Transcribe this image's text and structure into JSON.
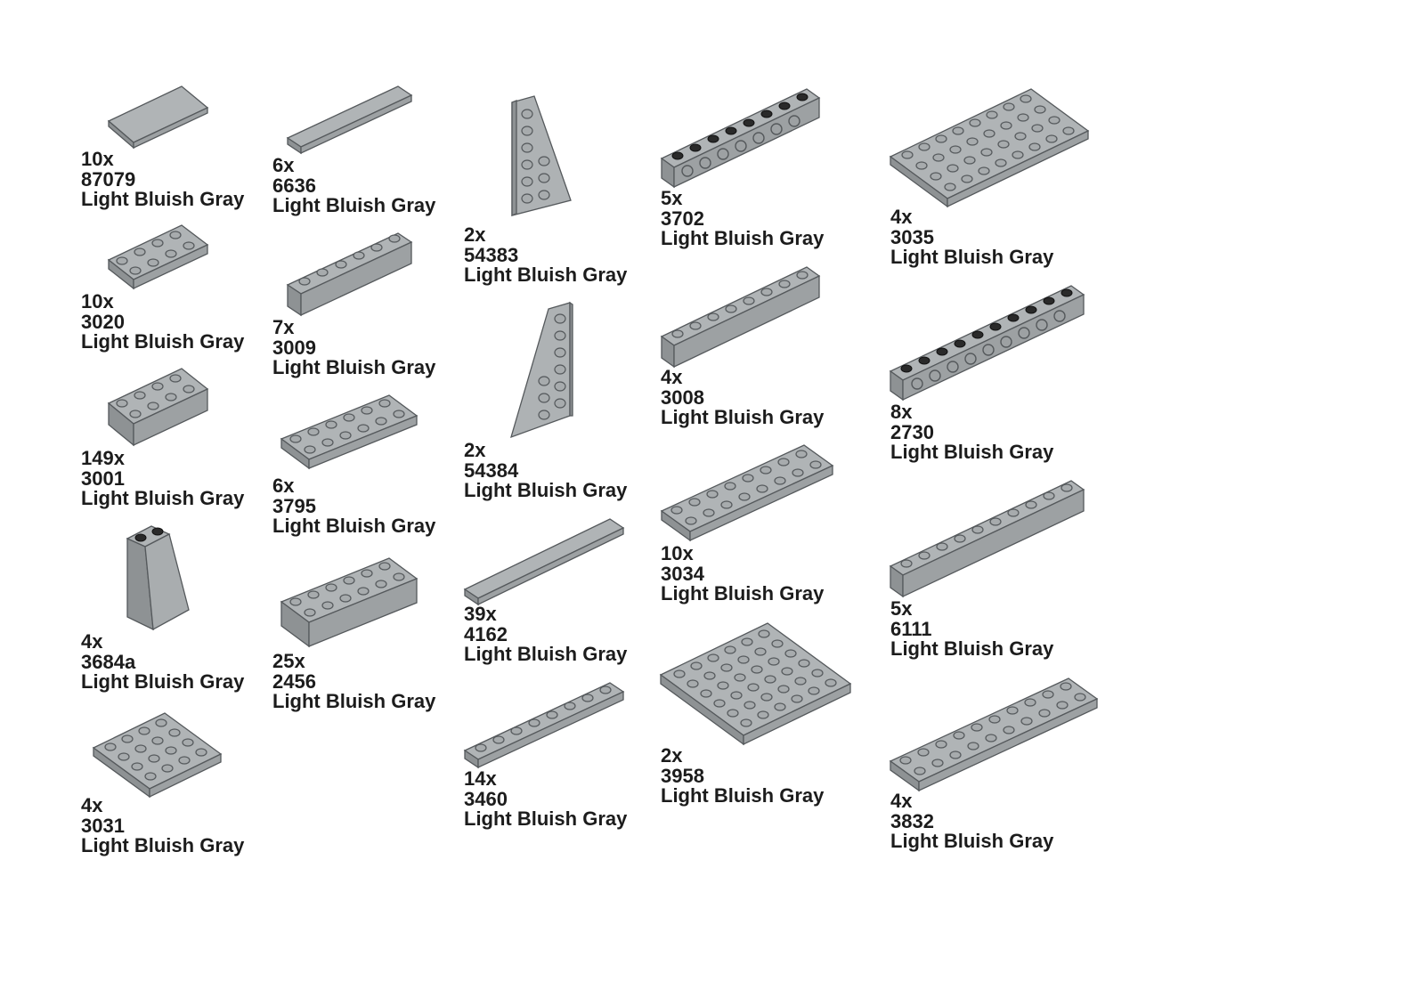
{
  "page": {
    "background": "#ffffff",
    "brick_fill": "#a7abad",
    "brick_edge": "#55595c"
  },
  "parts": [
    {
      "qty": "10x",
      "number": "87079",
      "color": "Light Bluish Gray",
      "icon": "tile-2x4-icon"
    },
    {
      "qty": "10x",
      "number": "3020",
      "color": "Light Bluish Gray",
      "icon": "plate-2x4-icon"
    },
    {
      "qty": "149x",
      "number": "3001",
      "color": "Light Bluish Gray",
      "icon": "brick-2x4-icon"
    },
    {
      "qty": "4x",
      "number": "3684a",
      "color": "Light Bluish Gray",
      "icon": "slope-2x2x3-icon"
    },
    {
      "qty": "4x",
      "number": "3031",
      "color": "Light Bluish Gray",
      "icon": "plate-4x4-icon"
    },
    {
      "qty": "6x",
      "number": "6636",
      "color": "Light Bluish Gray",
      "icon": "tile-1x6-icon"
    },
    {
      "qty": "7x",
      "number": "3009",
      "color": "Light Bluish Gray",
      "icon": "brick-1x6-icon"
    },
    {
      "qty": "6x",
      "number": "3795",
      "color": "Light Bluish Gray",
      "icon": "plate-2x6-icon"
    },
    {
      "qty": "25x",
      "number": "2456",
      "color": "Light Bluish Gray",
      "icon": "brick-2x6-icon"
    },
    {
      "qty": "2x",
      "number": "54383",
      "color": "Light Bluish Gray",
      "icon": "wedge-plate-right-icon"
    },
    {
      "qty": "2x",
      "number": "54384",
      "color": "Light Bluish Gray",
      "icon": "wedge-plate-left-icon"
    },
    {
      "qty": "39x",
      "number": "4162",
      "color": "Light Bluish Gray",
      "icon": "tile-1x8-icon"
    },
    {
      "qty": "14x",
      "number": "3460",
      "color": "Light Bluish Gray",
      "icon": "plate-1x8-icon"
    },
    {
      "qty": "5x",
      "number": "3702",
      "color": "Light Bluish Gray",
      "icon": "technic-brick-1x8-icon"
    },
    {
      "qty": "4x",
      "number": "3008",
      "color": "Light Bluish Gray",
      "icon": "brick-1x8-icon"
    },
    {
      "qty": "10x",
      "number": "3034",
      "color": "Light Bluish Gray",
      "icon": "plate-2x8-icon"
    },
    {
      "qty": "2x",
      "number": "3958",
      "color": "Light Bluish Gray",
      "icon": "plate-6x6-icon"
    },
    {
      "qty": "4x",
      "number": "3035",
      "color": "Light Bluish Gray",
      "icon": "plate-4x8-icon"
    },
    {
      "qty": "8x",
      "number": "2730",
      "color": "Light Bluish Gray",
      "icon": "technic-brick-1x10-icon"
    },
    {
      "qty": "5x",
      "number": "6111",
      "color": "Light Bluish Gray",
      "icon": "brick-1x10-icon"
    },
    {
      "qty": "4x",
      "number": "3832",
      "color": "Light Bluish Gray",
      "icon": "plate-2x10-icon"
    }
  ]
}
